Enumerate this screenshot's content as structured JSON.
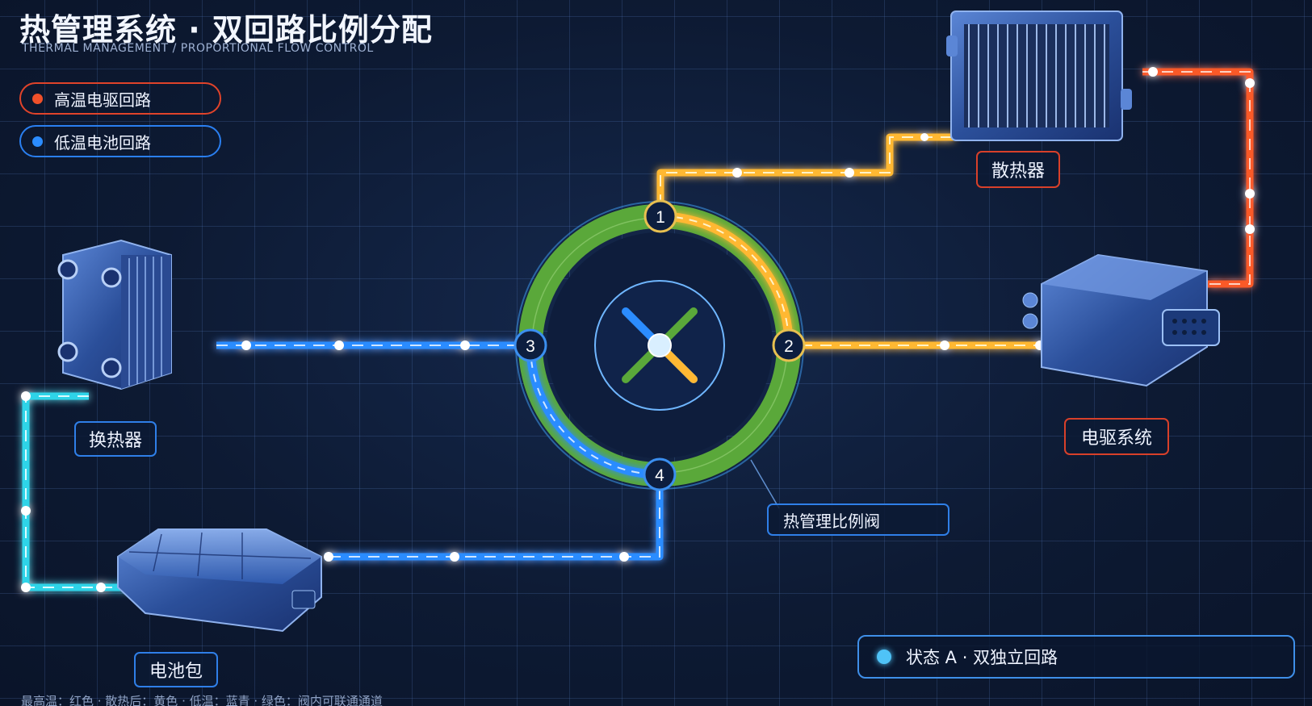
{
  "header": {
    "title": "热管理系统 · 双回路比例分配",
    "subtitle": "THERMAL MANAGEMENT / PROPORTIONAL FLOW CONTROL"
  },
  "legend": {
    "items": [
      {
        "label": "高温电驱回路",
        "color": "#f0502a"
      },
      {
        "label": "低温电池回路",
        "color": "#2b8cff"
      }
    ]
  },
  "components": {
    "radiator": "散热器",
    "motor": "电驱系统",
    "heat_exchanger": "换热器",
    "battery": "电池包",
    "valve": "热管理比例阀"
  },
  "valve_ports": [
    "1",
    "2",
    "3",
    "4"
  ],
  "status": {
    "text": "状态 A · 双独立回路",
    "color": "#4fc3f7"
  },
  "footnote": "最高温：红色 · 散热后：黄色 · 低温：蓝青 · 绿色：阀内可联通通道",
  "colors": {
    "hot": "#ff5a26",
    "cooled": "#ffb833",
    "cold": "#2b8cff",
    "cyan": "#2fd4e8",
    "valve_green": "#5aa83a",
    "background": "#0d1a33"
  }
}
